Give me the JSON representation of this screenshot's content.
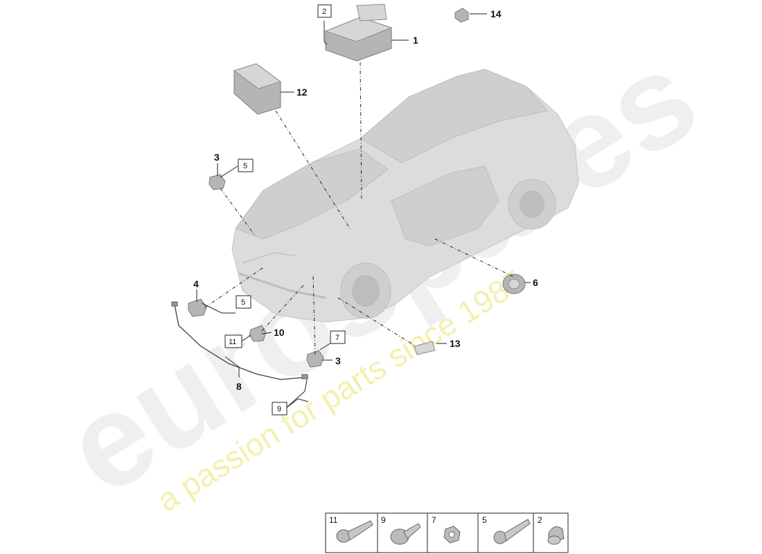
{
  "watermark": {
    "brand": "eurospares",
    "tagline": "a passion for parts since 1985"
  },
  "callouts": [
    {
      "id": "c1",
      "label": "1"
    },
    {
      "id": "c12",
      "label": "12"
    },
    {
      "id": "c14",
      "label": "14"
    },
    {
      "id": "c3a",
      "label": "3"
    },
    {
      "id": "c4",
      "label": "4"
    },
    {
      "id": "c6",
      "label": "6"
    },
    {
      "id": "c10",
      "label": "10"
    },
    {
      "id": "c13",
      "label": "13"
    },
    {
      "id": "c3b",
      "label": "3"
    },
    {
      "id": "c8",
      "label": "8"
    }
  ],
  "boxed_refs": [
    {
      "id": "b2",
      "label": "2"
    },
    {
      "id": "b5a",
      "label": "5"
    },
    {
      "id": "b5b",
      "label": "5"
    },
    {
      "id": "b11",
      "label": "11"
    },
    {
      "id": "b7",
      "label": "7"
    },
    {
      "id": "b9",
      "label": "9"
    }
  ],
  "legend": [
    {
      "number": "11",
      "icon": "bolt-flange-icon"
    },
    {
      "number": "9",
      "icon": "screw-washer-icon"
    },
    {
      "number": "7",
      "icon": "hex-nut-icon"
    },
    {
      "number": "5",
      "icon": "bolt-torx-icon"
    },
    {
      "number": "2",
      "icon": "cap-nut-icon"
    }
  ]
}
